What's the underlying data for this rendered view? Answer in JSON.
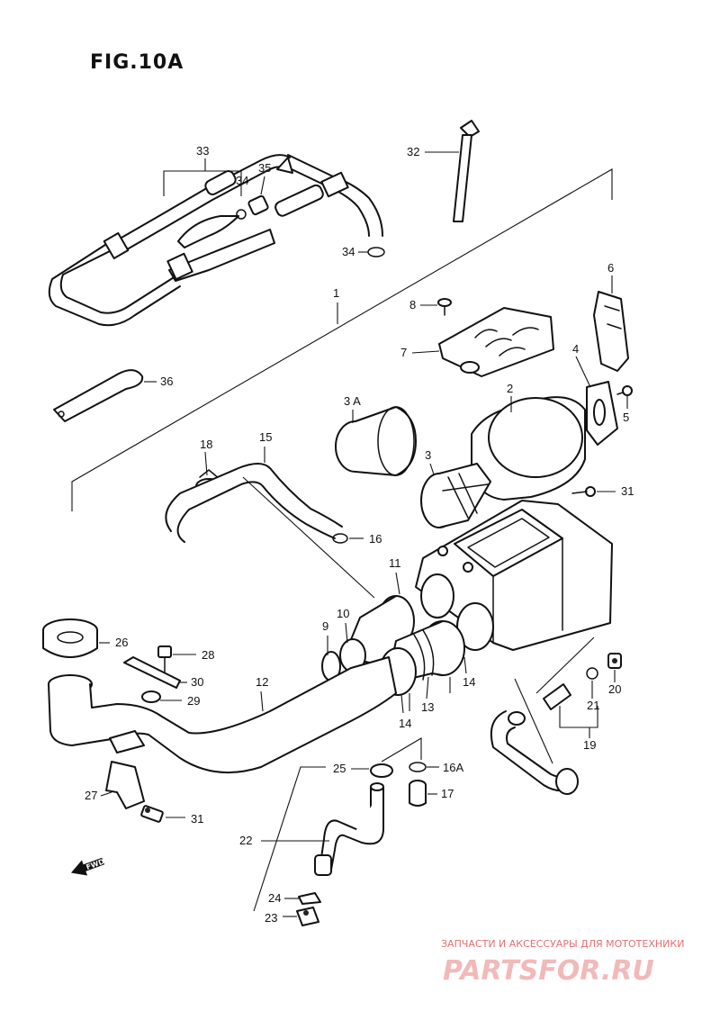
{
  "figure": {
    "title": "FIG.10A"
  },
  "callouts": {
    "c1": "1",
    "c2": "2",
    "c3": "3",
    "c3a": "3 A",
    "c4": "4",
    "c5": "5",
    "c6": "6",
    "c7": "7",
    "c8": "8",
    "c9": "9",
    "c10": "10",
    "c11": "11",
    "c12": "12",
    "c13": "13",
    "c14a": "14",
    "c14b": "14",
    "c15": "15",
    "c16": "16",
    "c16a": "16A",
    "c17": "17",
    "c18": "18",
    "c19": "19",
    "c20": "20",
    "c21": "21",
    "c22": "22",
    "c23": "23",
    "c24": "24",
    "c25": "25",
    "c26": "26",
    "c27": "27",
    "c28": "28",
    "c29": "29",
    "c30": "30",
    "c31a": "31",
    "c31b": "31",
    "c32": "32",
    "c33": "33",
    "c34a": "34",
    "c34b": "34",
    "c35": "35",
    "c36": "36"
  },
  "badge": {
    "fwd": "FWD"
  },
  "watermark": {
    "tagline": "ЗАПЧАСТИ И АКСЕССУАРЫ ДЛЯ МОТОТЕХНИКИ",
    "brand": "PARTSFOR.RU",
    "color": "#e36f6f"
  }
}
